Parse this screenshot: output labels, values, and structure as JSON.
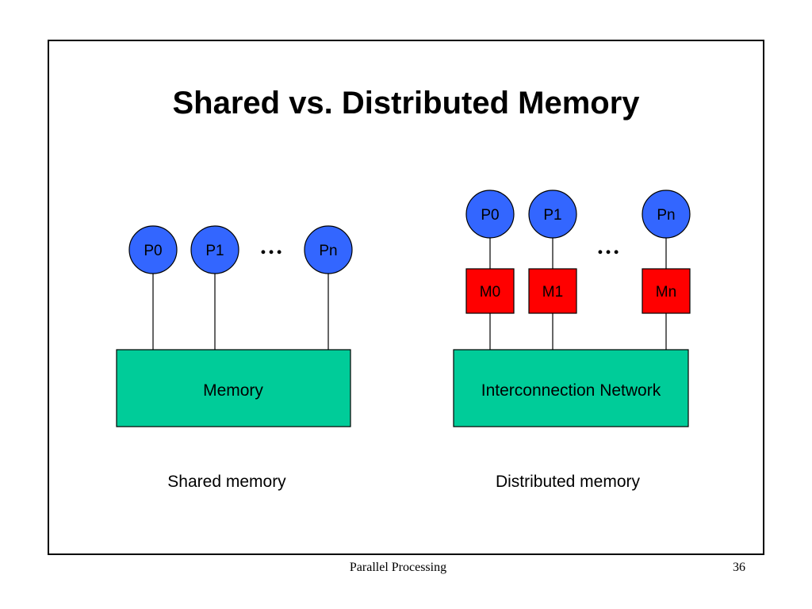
{
  "slide": {
    "title": "Shared vs. Distributed Memory",
    "footer": "Parallel Processing",
    "page_number": "36"
  },
  "shared": {
    "processors": [
      "P0",
      "P1",
      "Pn"
    ],
    "ellipsis": "…",
    "memory_label": "Memory",
    "caption": "Shared memory"
  },
  "distributed": {
    "processors": [
      "P0",
      "P1",
      "Pn"
    ],
    "memories": [
      "M0",
      "M1",
      "Mn"
    ],
    "ellipsis": "…",
    "network_label": "Interconnection Network",
    "caption": "Distributed memory"
  },
  "colors": {
    "processor_fill": "#3366ff",
    "local_memory_fill": "#ff0000",
    "shared_block_fill": "#00cc99",
    "line": "#000000"
  }
}
